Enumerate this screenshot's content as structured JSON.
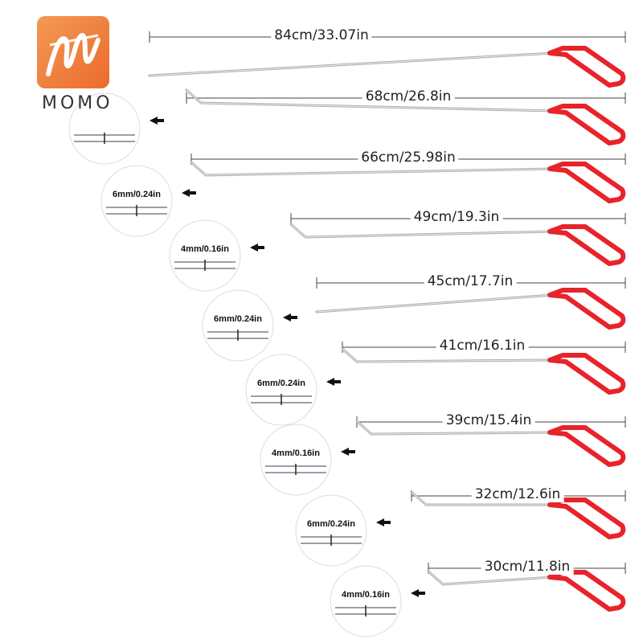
{
  "brand": {
    "name": "MOMO",
    "accent_color": "#f07a3a"
  },
  "tools": [
    {
      "length": "84cm/33.07in",
      "diameter": null
    },
    {
      "length": "68cm/26.8in",
      "diameter": null
    },
    {
      "length": "66cm/25.98in",
      "diameter": "6mm/0.24in"
    },
    {
      "length": "49cm/19.3in",
      "diameter": "4mm/0.16in"
    },
    {
      "length": "45cm/17.7in",
      "diameter": "6mm/0.24in"
    },
    {
      "length": "41cm/16.1in",
      "diameter": "6mm/0.24in"
    },
    {
      "length": "39cm/15.4in",
      "diameter": "4mm/0.16in"
    },
    {
      "length": "32cm/12.6in",
      "diameter": "6mm/0.24in"
    },
    {
      "length": "30cm/11.8in",
      "diameter": "4mm/0.16in"
    }
  ],
  "colors": {
    "handle": "#e8232a",
    "rod": "#a9aeb3"
  }
}
